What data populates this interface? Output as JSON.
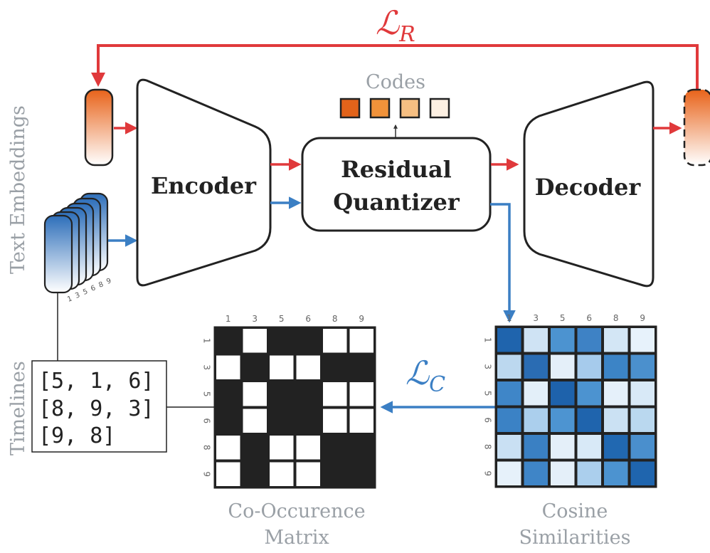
{
  "loss_reconstruction": {
    "main": "ℒ",
    "sub": "R"
  },
  "loss_contrastive": {
    "main": "ℒ",
    "sub": "C"
  },
  "codes_label": "Codes",
  "encoder_label": "Encoder",
  "quantizer_label_1": "Residual",
  "quantizer_label_2": "Quantizer",
  "decoder_label": "Decoder",
  "text_embeddings_label": "Text Embeddings",
  "timelines_label": "Timelines",
  "timelines": [
    "[5, 1, 6]",
    "[8, 9, 3]",
    "[9, 8]"
  ],
  "stack_labels": [
    "1",
    "3",
    "5",
    "6",
    "8",
    "9"
  ],
  "matrix_labels": [
    "1",
    "3",
    "5",
    "6",
    "8",
    "9"
  ],
  "cooccurrence_label_1": "Co-Occurence",
  "cooccurrence_label_2": "Matrix",
  "cosine_label_1": "Cosine",
  "cosine_label_2": "Similarities",
  "code_colors": [
    "#e2631a",
    "#f0923a",
    "#f6bf82",
    "#fdf0e2"
  ],
  "colors": {
    "red": "#e0393b",
    "blue": "#3b7fc4",
    "gray": "#9aa0a6",
    "dark": "#222222"
  },
  "cooccurrence": [
    [
      0,
      1,
      0,
      0,
      1,
      1
    ],
    [
      1,
      0,
      1,
      1,
      0,
      0
    ],
    [
      0,
      1,
      0,
      0,
      1,
      1
    ],
    [
      0,
      1,
      0,
      0,
      1,
      1
    ],
    [
      1,
      0,
      1,
      1,
      0,
      0
    ],
    [
      1,
      0,
      1,
      1,
      0,
      0
    ]
  ],
  "cosine": [
    [
      "#1f64ad",
      "#cfe3f4",
      "#4c93d0",
      "#3e82c5",
      "#d3e6f5",
      "#e7f2fb"
    ],
    [
      "#bcd8ef",
      "#2a6cb3",
      "#e4eff9",
      "#a6cbec",
      "#3c84c6",
      "#4b90cd"
    ],
    [
      "#3f86c8",
      "#e3eff9",
      "#1e62ab",
      "#4c93d0",
      "#e5f0fa",
      "#d8e9f7"
    ],
    [
      "#3b82c5",
      "#abcfed",
      "#4d94d1",
      "#1f64ad",
      "#cbe1f3",
      "#bad8ef"
    ],
    [
      "#c9e0f3",
      "#3a80c3",
      "#e4eff9",
      "#d8e9f7",
      "#2168b1",
      "#4a8fcd"
    ],
    [
      "#e6f1fa",
      "#3f85c7",
      "#e4eff9",
      "#abcfed",
      "#4c93d0",
      "#1f65ae"
    ]
  ]
}
